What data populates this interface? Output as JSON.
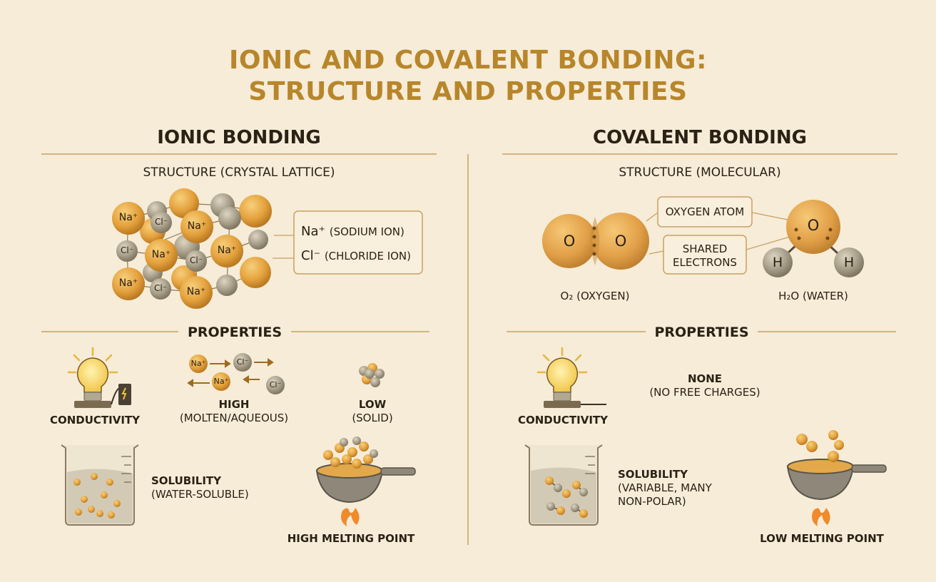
{
  "title_line1": "IONIC AND COVALENT BONDING:",
  "title_line2": "STRUCTURE AND PROPERTIES",
  "ionic": {
    "heading": "IONIC BONDING",
    "structure_label": "STRUCTURE (CRYSTAL LATTICE)",
    "ion_na": "Na⁺",
    "ion_cl": "Cl⁻",
    "legend_na_symbol": "Na⁺",
    "legend_na_text": "(SODIUM ION)",
    "legend_cl_symbol": "Cl⁻",
    "legend_cl_text": "(CHLORIDE ION)",
    "properties_heading": "PROPERTIES",
    "conductivity_label": "CONDUCTIVITY",
    "high_label": "HIGH",
    "high_sub": "(MOLTEN/AQUEOUS)",
    "low_label": "LOW",
    "low_sub": "(SOLID)",
    "solubility_label": "SOLUBILITY",
    "solubility_sub": "(WATER-SOLUBLE)",
    "melting_label": "HIGH MELTING POINT"
  },
  "covalent": {
    "heading": "COVALENT BONDING",
    "structure_label": "STRUCTURE (MOLECULAR)",
    "atom_o": "O",
    "atom_h": "H",
    "callout_oxygen": "OXYGEN ATOM",
    "callout_shared_1": "SHARED",
    "callout_shared_2": "ELECTRONS",
    "o2_label": "O₂ (OXYGEN)",
    "h2o_label": "H₂O (WATER)",
    "properties_heading": "PROPERTIES",
    "conductivity_label": "CONDUCTIVITY",
    "none_label": "NONE",
    "none_sub": "(NO FREE CHARGES)",
    "solubility_label": "SOLUBILITY",
    "solubility_sub1": "(VARIABLE, MANY",
    "solubility_sub2": "NON-POLAR)",
    "melting_label": "LOW MELTING POINT"
  },
  "colors": {
    "background": "#f6ecd8",
    "title": "#b8862a",
    "sodium": "#e0a040",
    "chloride": "#a59c88",
    "rule": "#c9a060"
  }
}
